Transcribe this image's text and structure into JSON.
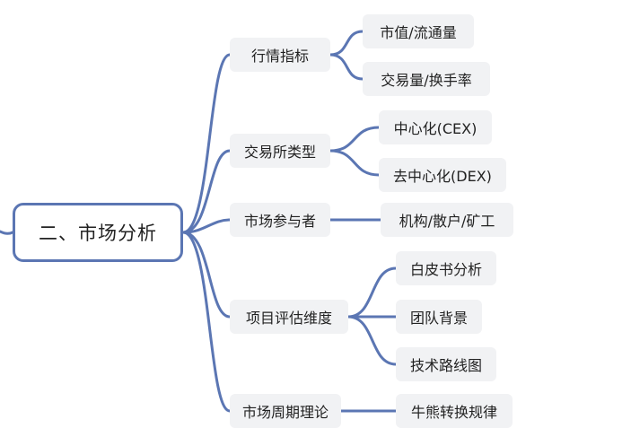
{
  "colors": {
    "line": "#5b76b3",
    "node_bg": "#f1f2f4",
    "root_border": "#5b76b3",
    "text": "#222222"
  },
  "root": {
    "label": "二、市场分析"
  },
  "branches": [
    {
      "label": "行情指标",
      "children": [
        "市值/流通量",
        "交易量/换手率"
      ]
    },
    {
      "label": "交易所类型",
      "children": [
        "中心化(CEX)",
        "去中心化(DEX)"
      ]
    },
    {
      "label": "市场参与者",
      "children": [
        "机构/散户/矿工"
      ]
    },
    {
      "label": "项目评估维度",
      "children": [
        "白皮书分析",
        "团队背景",
        "技术路线图"
      ]
    },
    {
      "label": "市场周期理论",
      "children": [
        "牛熊转换规律"
      ]
    }
  ]
}
